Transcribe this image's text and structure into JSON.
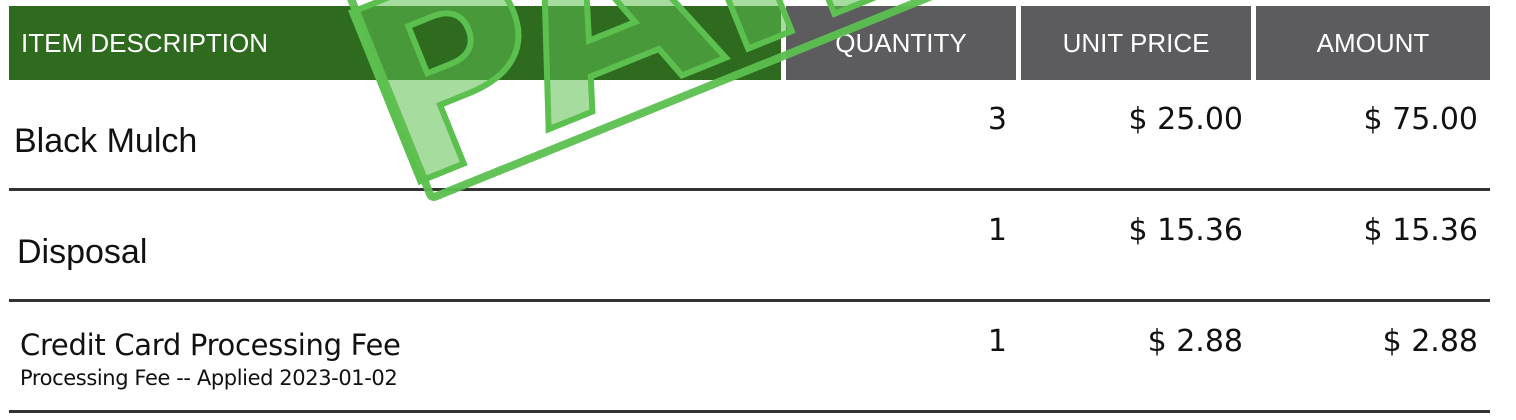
{
  "table": {
    "headers": {
      "description": "ITEM DESCRIPTION",
      "quantity": "QUANTITY",
      "unit_price": "UNIT PRICE",
      "amount": "AMOUNT"
    },
    "rows": [
      {
        "name": "Black Mulch",
        "subtitle": "",
        "quantity": "3",
        "unit_price": "$ 25.00",
        "amount": "$ 75.00"
      },
      {
        "name": "Disposal",
        "subtitle": "",
        "quantity": "1",
        "unit_price": "$ 15.36",
        "amount": "$ 15.36"
      },
      {
        "name": "Credit Card Processing Fee",
        "subtitle": "Processing Fee -- Applied 2023-01-02",
        "quantity": "1",
        "unit_price": "$ 2.88",
        "amount": "$ 2.88"
      }
    ]
  },
  "stamp": {
    "text": "PAID",
    "color": "#5cc04f"
  },
  "colors": {
    "header_primary": "#2e6b1f",
    "header_secondary": "#5c5c5f",
    "divider": "#333333"
  }
}
